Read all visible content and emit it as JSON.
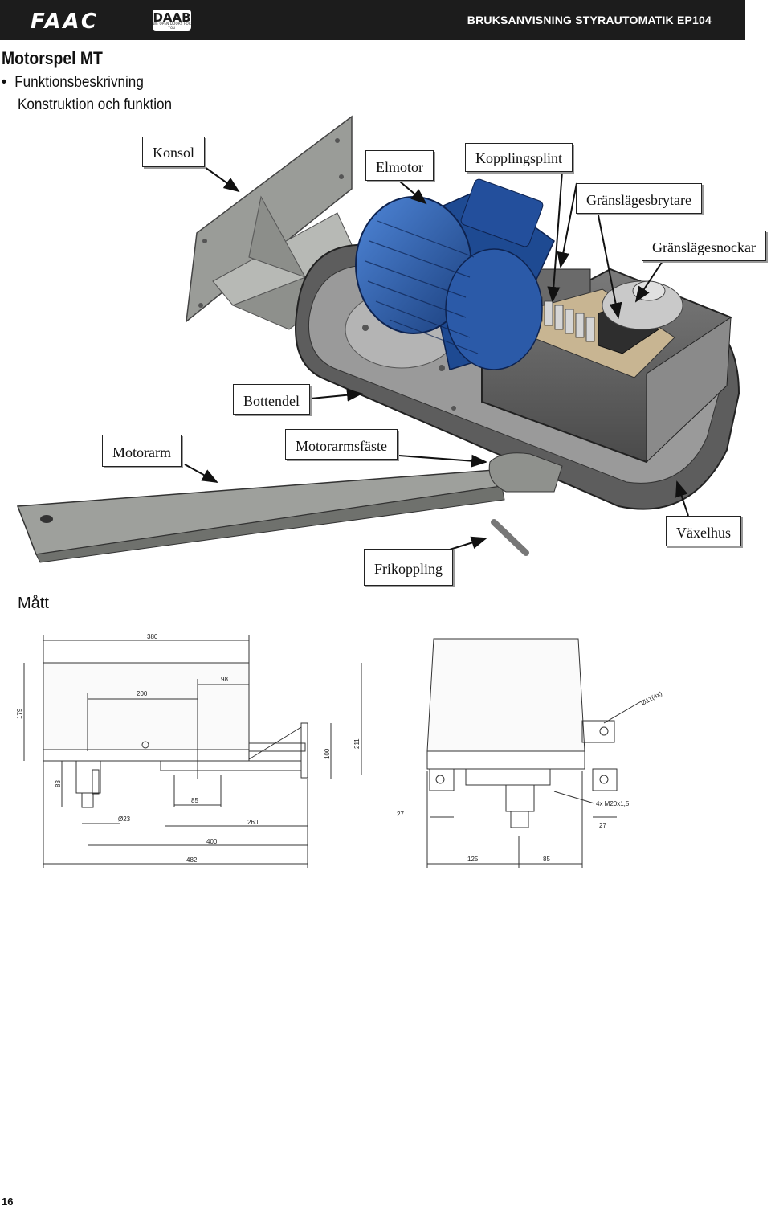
{
  "header": {
    "brand_logo": "FAAC",
    "partner_logo": "DAAB",
    "partner_tagline": "WE OPEN DOORS FOR YOU",
    "doc_title": "BRUKSANVISNING STYRAUTOMATIK EP104"
  },
  "page": {
    "title": "Motorspel MT",
    "bullet": "Funktionsbeskrivning",
    "subtitle": "Konstruktion och funktion",
    "dimensions_heading": "Mått",
    "page_number": "16"
  },
  "labels": {
    "konsol": "Konsol",
    "elmotor": "Elmotor",
    "kopplingsplint": "Kopplingsplint",
    "granslagesbrytare": "Gränslägesbrytare",
    "granslagesnockar": "Gränslägesnockar",
    "bottendel": "Bottendel",
    "motorarm": "Motorarm",
    "motorarmsfaste": "Motorarmsfäste",
    "vaxelhus": "Växelhus",
    "frikoppling": "Frikoppling"
  },
  "dimensions": {
    "side": {
      "d380": "380",
      "d98": "98",
      "d200": "200",
      "d179": "179",
      "d100": "100",
      "d211": "211",
      "d83": "83",
      "d85": "85",
      "d23": "Ø23",
      "d260": "260",
      "d400": "400",
      "d482": "482"
    },
    "front": {
      "d11": "Ø11(4x)",
      "d27a": "27",
      "d27b": "27",
      "m20": "4x M20x1,5",
      "d125": "125",
      "d85": "85"
    }
  },
  "colors": {
    "header_bg": "#1c1c1c",
    "motor_blue": "#2b5aa8",
    "housing_grey": "#6e6e6e",
    "bracket_grey": "#9a9c98"
  }
}
